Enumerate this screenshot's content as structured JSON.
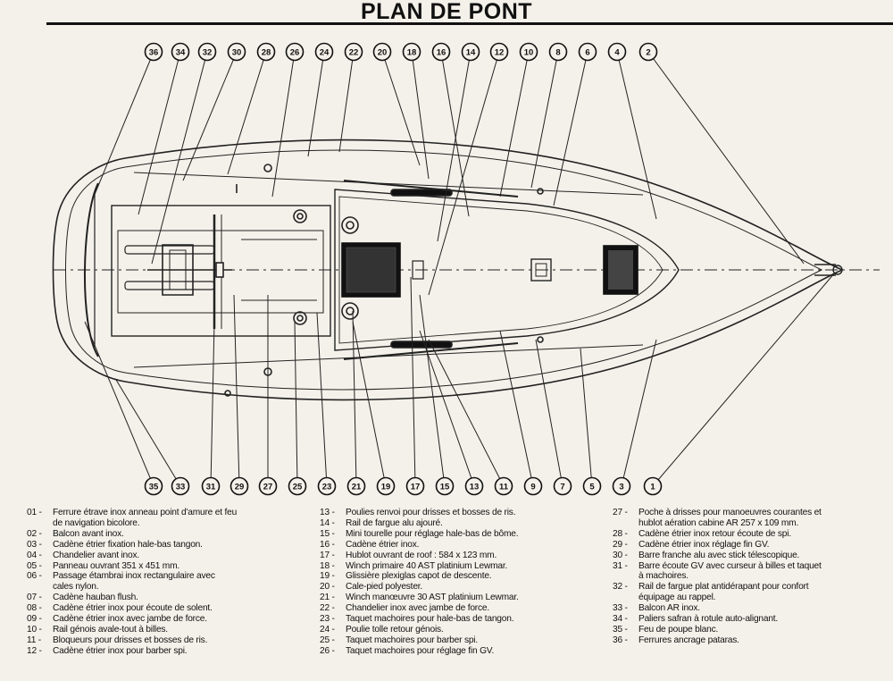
{
  "title": "PLAN DE PONT",
  "callouts_top": [
    "36",
    "34",
    "32",
    "30",
    "28",
    "26",
    "24",
    "22",
    "20",
    "18",
    "16",
    "14",
    "12",
    "10",
    "8",
    "6",
    "4",
    "2"
  ],
  "callouts_bottom": [
    "35",
    "33",
    "31",
    "29",
    "27",
    "25",
    "23",
    "21",
    "19",
    "17",
    "15",
    "13",
    "11",
    "9",
    "7",
    "5",
    "3",
    "1"
  ],
  "legend": {
    "col1": [
      {
        "num": "01 -",
        "text": "Ferrure étrave inox anneau point d'amure et feu",
        "cont": "de navigation bicolore."
      },
      {
        "num": "02 -",
        "text": "Balcon avant inox."
      },
      {
        "num": "03 -",
        "text": "Cadène étrier fixation hale-bas tangon."
      },
      {
        "num": "04 -",
        "text": "Chandelier avant inox."
      },
      {
        "num": "05 -",
        "text": "Panneau ouvrant 351 x 451 mm."
      },
      {
        "num": "06 -",
        "text": "Passage étambrai inox rectangulaire avec",
        "cont": "cales nylon."
      },
      {
        "num": "07 -",
        "text": "Cadène hauban flush."
      },
      {
        "num": "08 -",
        "text": "Cadène étrier inox pour écoute de solent."
      },
      {
        "num": "09 -",
        "text": "Cadène étrier inox avec jambe de force."
      },
      {
        "num": "10 -",
        "text": "Rail génois avale-tout à billes."
      },
      {
        "num": "11 -",
        "text": "Bloqueurs pour drisses et bosses de ris."
      },
      {
        "num": "12 -",
        "text": "Cadène étrier inox pour barber spi."
      }
    ],
    "col2": [
      {
        "num": "13 -",
        "text": "Poulies renvoi pour drisses et bosses de ris."
      },
      {
        "num": "14 -",
        "text": "Rail de fargue alu ajouré."
      },
      {
        "num": "15 -",
        "text": "Mini tourelle pour réglage hale-bas de bôme."
      },
      {
        "num": "16 -",
        "text": "Cadène étrier inox."
      },
      {
        "num": "17 -",
        "text": "Hublot ouvrant de roof : 584 x 123 mm."
      },
      {
        "num": "18 -",
        "text": "Winch primaire 40 AST platinium Lewmar."
      },
      {
        "num": "19 -",
        "text": "Glissière plexiglas capot de descente."
      },
      {
        "num": "20 -",
        "text": "Cale-pied polyester."
      },
      {
        "num": "21 -",
        "text": "Winch manœuvre 30 AST platinium Lewmar."
      },
      {
        "num": "22 -",
        "text": "Chandelier inox avec jambe de force."
      },
      {
        "num": "23 -",
        "text": "Taquet machoires pour  hale-bas de tangon."
      },
      {
        "num": "24 -",
        "text": "Poulie tolle retour génois."
      },
      {
        "num": "25 -",
        "text": "Taquet machoires pour barber spi."
      },
      {
        "num": "26 -",
        "text": "Taquet machoires pour réglage fin GV."
      }
    ],
    "col3": [
      {
        "num": "27 -",
        "text": "Poche à drisses pour manoeuvres courantes et",
        "cont": "hublot aération cabine AR 257 x 109 mm."
      },
      {
        "num": "28 -",
        "text": "Cadène étrier inox retour écoute de spi."
      },
      {
        "num": "29 -",
        "text": "Cadène étrier inox réglage fin GV."
      },
      {
        "num": "30 -",
        "text": "Barre franche alu avec stick télescopique."
      },
      {
        "num": "31 -",
        "text": "Barre écoute GV avec curseur à billes et taquet",
        "cont": "à machoires."
      },
      {
        "num": "32 -",
        "text": "Rail de fargue plat antidérapant pour confort",
        "cont": "équipage au rappel."
      },
      {
        "num": "33 -",
        "text": "Balcon AR inox."
      },
      {
        "num": "34 -",
        "text": "Paliers safran à rotule auto-alignant."
      },
      {
        "num": "35 -",
        "text": "Feu de poupe blanc."
      },
      {
        "num": "36 -",
        "text": "Ferrures ancrage pataras."
      }
    ]
  }
}
